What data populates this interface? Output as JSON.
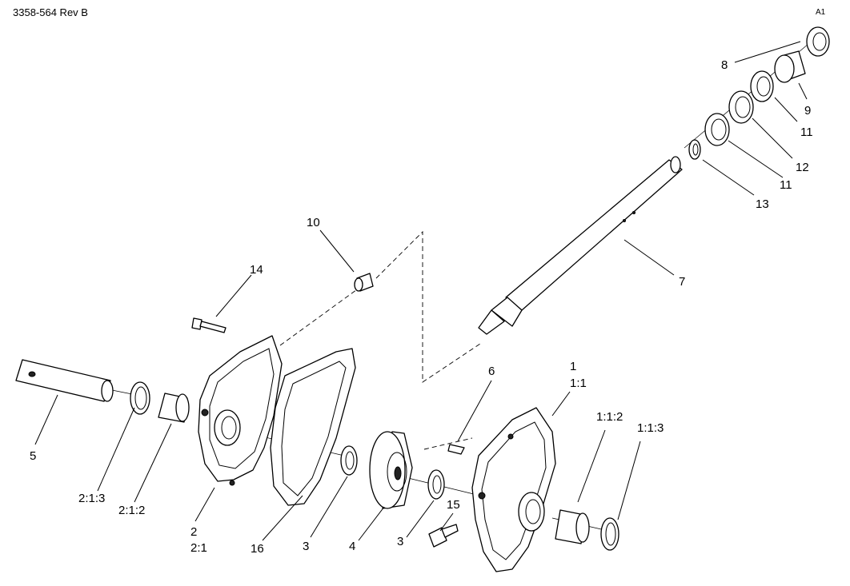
{
  "header": {
    "doc_id": "3358-564  Rev B",
    "sheet_id": "A1"
  },
  "callouts": {
    "c1": "1",
    "c1_1": "1:1",
    "c1_1_2": "1:1:2",
    "c1_1_3": "1:1:3",
    "c2": "2",
    "c2_1": "2:1",
    "c2_1_2": "2:1:2",
    "c2_1_3": "2:1:3",
    "c3a": "3",
    "c3b": "3",
    "c4": "4",
    "c5": "5",
    "c6": "6",
    "c7": "7",
    "c8": "8",
    "c9": "9",
    "c10": "10",
    "c11a": "11",
    "c11b": "11",
    "c12": "12",
    "c13": "13",
    "c14": "14",
    "c15": "15",
    "c16": "16"
  }
}
